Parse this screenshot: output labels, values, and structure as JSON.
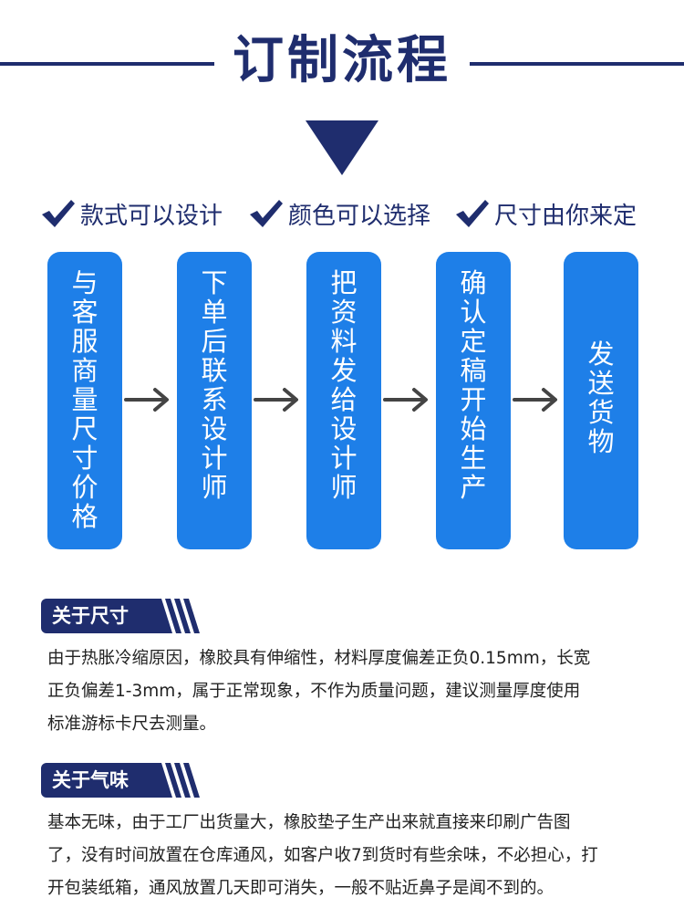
{
  "title": "订制流程",
  "features": [
    {
      "label": "款式可以设计",
      "icon": "check-icon"
    },
    {
      "label": "颜色可以选择",
      "icon": "check-icon"
    },
    {
      "label": "尺寸由你来定",
      "icon": "check-icon"
    }
  ],
  "steps": [
    {
      "label": "与客服商量尺寸价格"
    },
    {
      "label": "下单后联系设计师"
    },
    {
      "label": "把资料发给设计师"
    },
    {
      "label": "确认定稿开始生产"
    },
    {
      "label": "发送货物"
    }
  ],
  "sections": [
    {
      "heading": "关于尺寸",
      "lines": [
        "由于热胀冷缩原因，橡胶具有伸缩性，材料厚度偏差正负0.15mm，长宽",
        "正负偏差1-3mm，属于正常现象，不作为质量问题，建议测量厚度使用",
        "标准游标卡尺去测量。"
      ]
    },
    {
      "heading": "关于气味",
      "lines": [
        "基本无味，由于工厂出货量大，橡胶垫子生产出来就直接来印刷广告图",
        "了，没有时间放置在仓库通风，如客户收7到货时有些余味，不必担心，打",
        "开包装纸箱，通风放置几天即可消失，一般不贴近鼻子是闻不到的。"
      ]
    }
  ],
  "colors": {
    "navy": "#1f2d6e",
    "step_blue": "#1e7fe8",
    "arrow_gray": "#444444"
  }
}
